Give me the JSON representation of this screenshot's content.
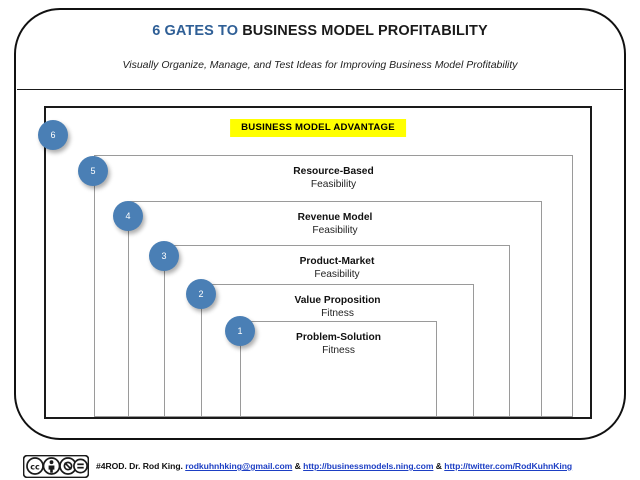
{
  "header": {
    "title_accent": "6 GATES TO ",
    "title_rest": "BUSINESS MODEL PROFITABILITY",
    "subtitle": "Visually Organize, Manage, and Test Ideas for Improving Business Model Profitability"
  },
  "diagram": {
    "banner_label": "BUSINESS MODEL ADVANTAGE",
    "banner_color": "#ffff00",
    "circle_color": "#4a7fb5",
    "gates": [
      {
        "number": "6",
        "title": "",
        "subtitle": ""
      },
      {
        "number": "5",
        "title": "Resource-Based",
        "subtitle": "Feasibility"
      },
      {
        "number": "4",
        "title": "Revenue Model",
        "subtitle": "Feasibility"
      },
      {
        "number": "3",
        "title": "Product-Market",
        "subtitle": "Feasibility"
      },
      {
        "number": "2",
        "title": "Value Proposition",
        "subtitle": "Fitness"
      },
      {
        "number": "1",
        "title": "Problem-Solution",
        "subtitle": "Fitness"
      }
    ]
  },
  "footer": {
    "author": "#4ROD. Dr. Rod King.",
    "email": "rodkuhnhking@gmail.com",
    "separator": " & ",
    "website": "http://businessmodels.ning.com",
    "twitter": "http://twitter.com/RodKuhnKing",
    "license_icons": [
      "cc-icon",
      "by-icon",
      "nc-icon",
      "nd-icon"
    ]
  }
}
